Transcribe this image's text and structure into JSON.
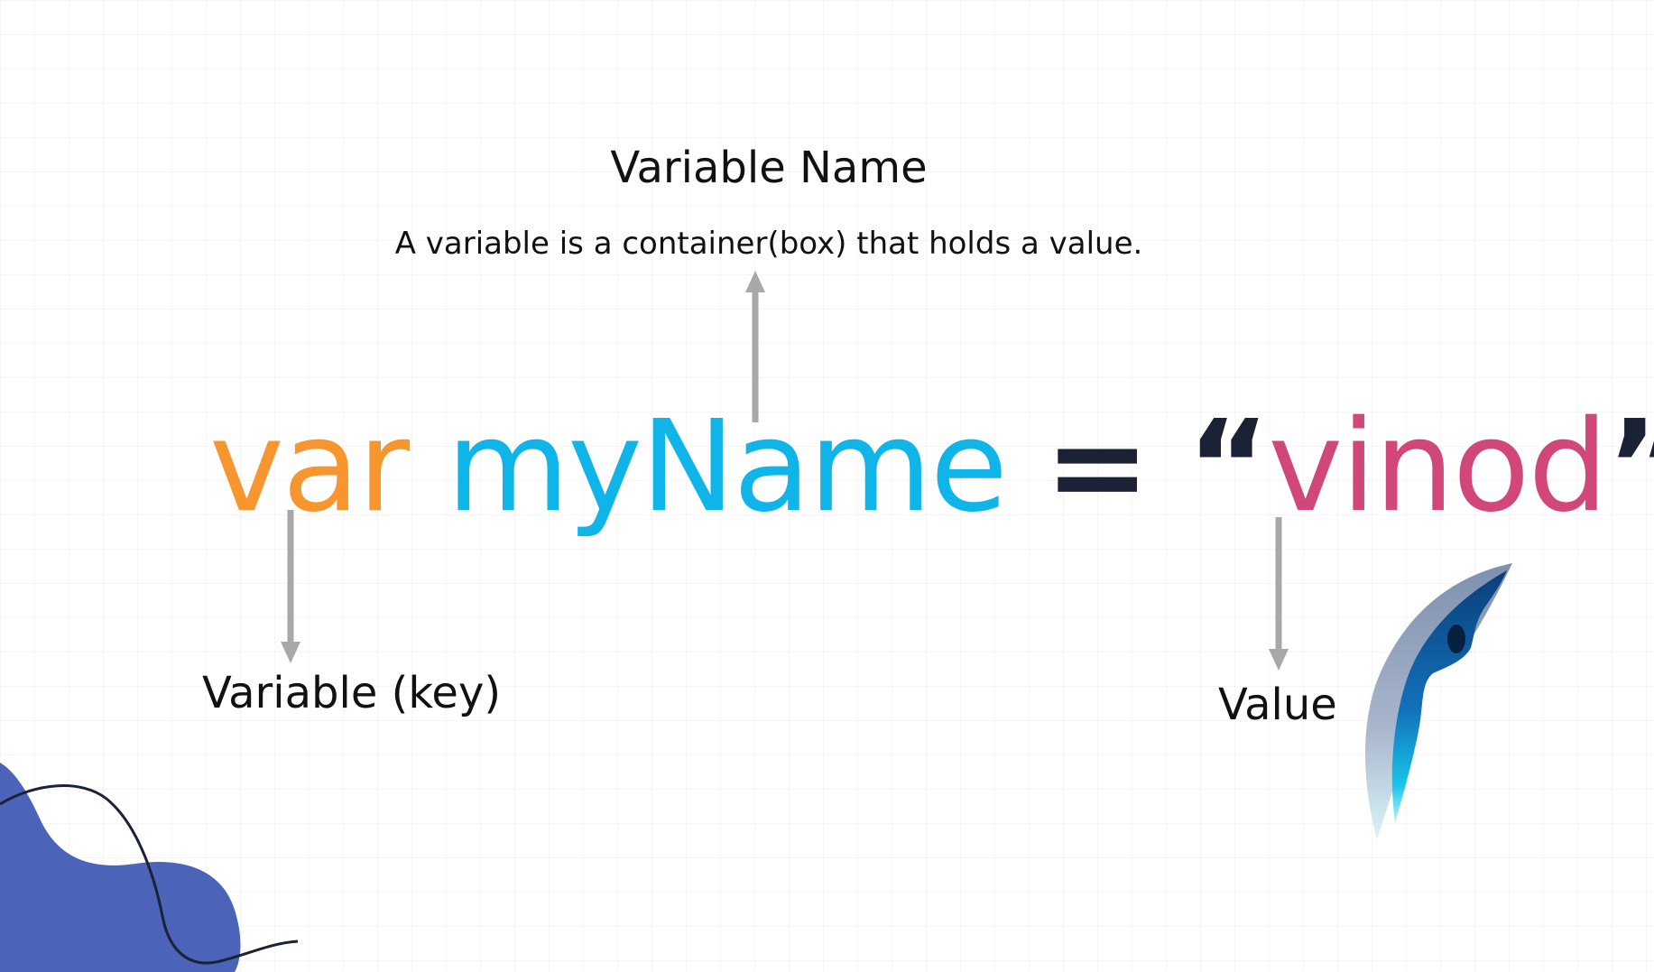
{
  "heading": {
    "title": "Variable Name",
    "subtitle": "A variable is a container(box) that holds a value."
  },
  "code": {
    "keyword": "var",
    "identifier": "myName",
    "operator": "=",
    "open_quote": "“",
    "value": "vinod",
    "close_quote": "”"
  },
  "labels": {
    "key": "Variable (key)",
    "value": "Value"
  },
  "colors": {
    "keyword": "#F7952E",
    "identifier": "#0FB4E8",
    "operator": "#1B2236",
    "string": "#D1477A",
    "arrow": "#A8A8A8",
    "blob": "#4B63B8"
  },
  "icons": {
    "arrow_up": "arrow-up-icon",
    "arrow_down": "arrow-down-icon",
    "blob": "blob-shape",
    "wave": "wave-decoration"
  }
}
